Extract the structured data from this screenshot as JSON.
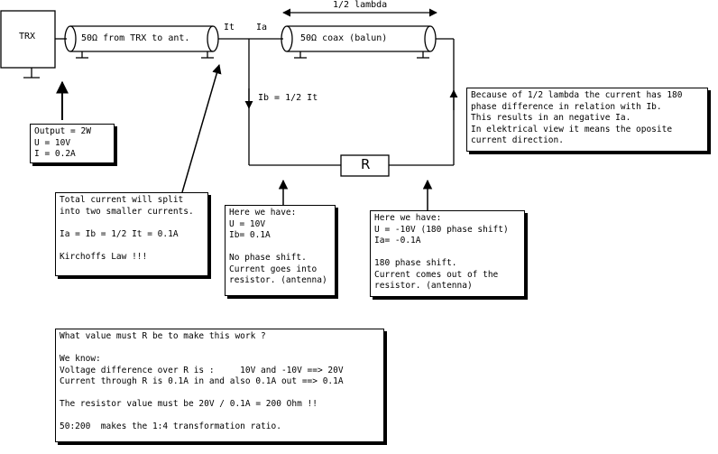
{
  "trx": {
    "label": "TRX"
  },
  "coax1": {
    "label": "50Ω from TRX to ant."
  },
  "coax2": {
    "label": "50Ω coax (balun)"
  },
  "half_lambda": {
    "label": "1/2 lambda"
  },
  "currents": {
    "it": "It",
    "ia": "Ia",
    "ib": "Ib = 1/2 It"
  },
  "resistor": {
    "label": "R"
  },
  "notes": {
    "output": [
      "Output = 2W",
      "U = 10V",
      "I = 0.2A"
    ],
    "split": [
      "Total current will split",
      "into two smaller currents.",
      "",
      "Ia = Ib = 1/2 It = 0.1A",
      "",
      "Kirchoffs Law !!!"
    ],
    "left_node": [
      "Here we have:",
      "U = 10V",
      "Ib= 0.1A",
      "",
      "No phase shift.",
      "Current goes into",
      "resistor. (antenna)"
    ],
    "right_node": [
      "Here we have:",
      "U = -10V (180 phase shift)",
      "Ia= -0.1A",
      "",
      "180 phase shift.",
      "Current comes out of the",
      "resistor. (antenna)"
    ],
    "phase": [
      "Because of 1/2 lambda the current has 180",
      "phase difference in relation with Ib.",
      "This results in an negative Ia.",
      "In elektrical view it means the oposite",
      "current direction."
    ],
    "calc": [
      "What value must R be to make this work ?",
      "",
      "We know:",
      "Voltage difference over R is :     10V and -10V ==> 20V",
      "Current through R is 0.1A in and also 0.1A out ==> 0.1A",
      "",
      "The resistor value must be 20V / 0.1A = 200 Ohm !!",
      "",
      "50:200  makes the 1:4 transformation ratio."
    ]
  }
}
